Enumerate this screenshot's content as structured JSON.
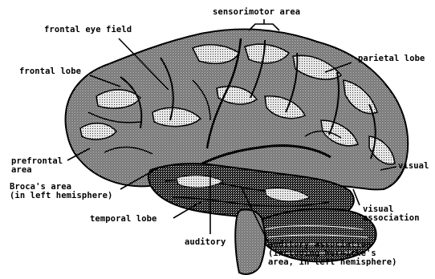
{
  "labels": {
    "sensorimotor": "sensorimotor area",
    "frontal_eye_field": "frontal eye field",
    "frontal_lobe": "frontal lobe",
    "parietal_lobe": "parietal lobe",
    "prefrontal": [
      "prefrontal",
      "area"
    ],
    "broca": [
      "Broca's area",
      "(in left hemisphere)"
    ],
    "temporal_lobe": "temporal lobe",
    "auditory": "auditory",
    "visual": "visual",
    "visual_association": [
      "visual",
      "association"
    ],
    "auditory_association": [
      "auditory association",
      "(including Wernicke's",
      "area, in left hemisphere)"
    ]
  },
  "colors": {
    "ink": "#000000",
    "background": "#ffffff",
    "dither_dark": "#3a3a3a",
    "dither_mid": "#8a8a8a",
    "dither_light": "#d0d0d0"
  }
}
